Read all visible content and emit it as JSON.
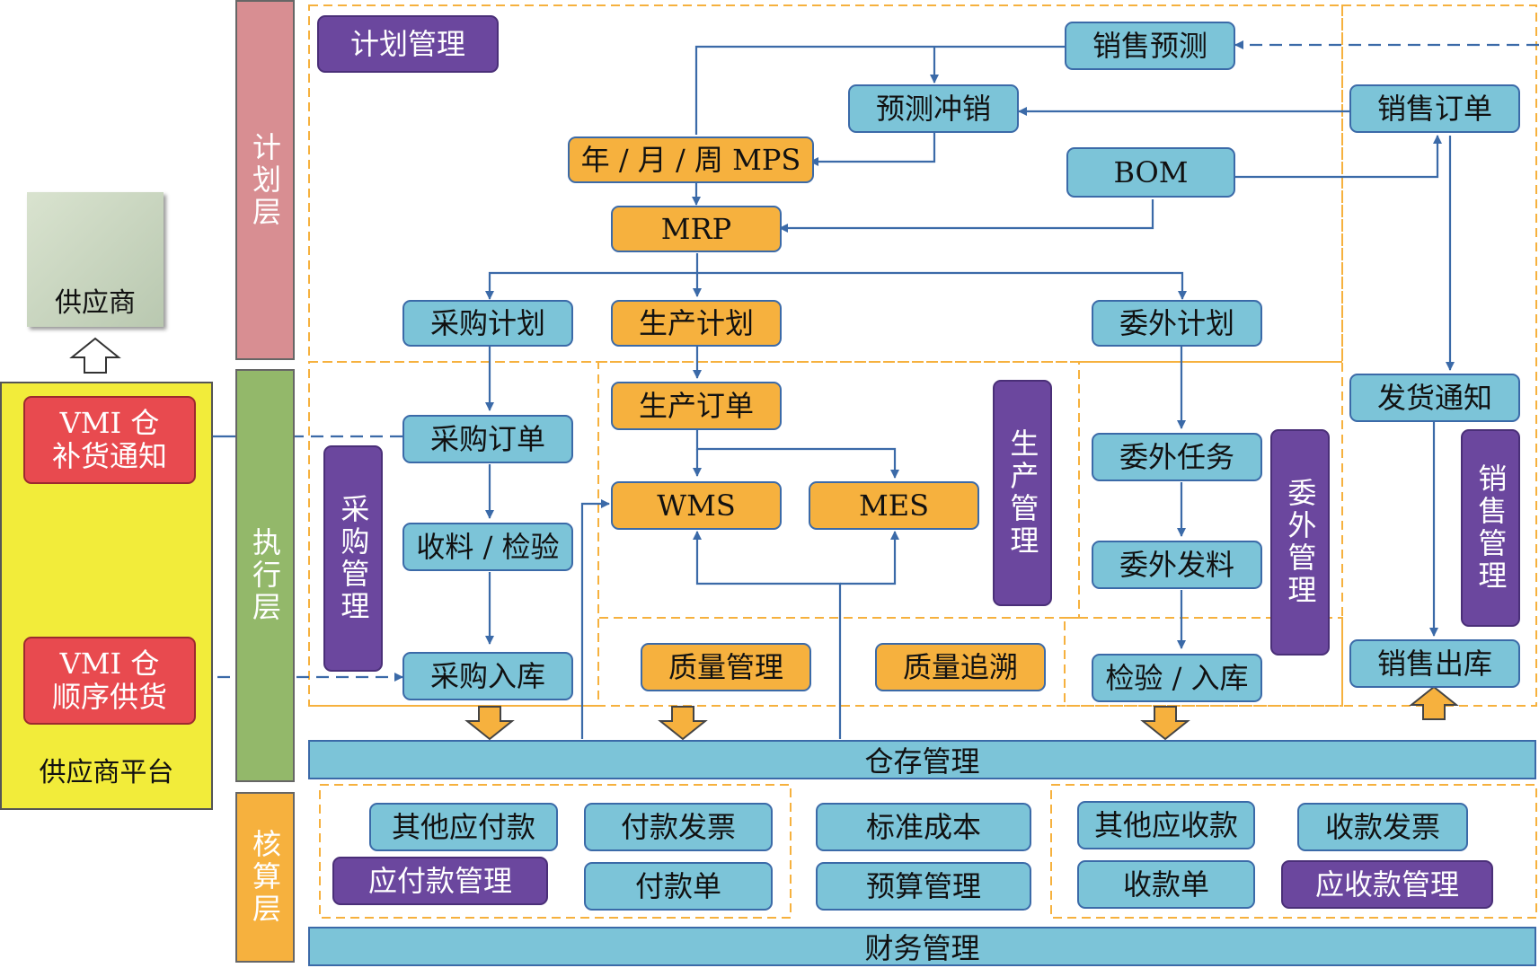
{
  "layers": {
    "plan": "计划层",
    "exec": "执行层",
    "account": "核算层"
  },
  "supplier": {
    "label": "供应商",
    "platform": "供应商平台",
    "vmi_notice": "VMI 仓\n补货通知",
    "vmi_supply": "VMI 仓\n顺序供货"
  },
  "plan": {
    "title": "计划管理",
    "sales_forecast": "销售预测",
    "forecast_offset": "预测冲销",
    "sales_order": "销售订单",
    "mps": "年 / 月 / 周 MPS",
    "bom": "BOM",
    "mrp": "MRP",
    "purchase_plan": "采购计划",
    "production_plan": "生产计划",
    "outsource_plan": "委外计划"
  },
  "exec": {
    "purchase_order": "采购订单",
    "receive_inspect": "收料 / 检验",
    "purchase_in": "采购入库",
    "purchase_mgmt": "采购管理",
    "production_order": "生产订单",
    "wms": "WMS",
    "mes": "MES",
    "production_mgmt": "生产管理",
    "quality_mgmt": "质量管理",
    "quality_trace": "质量追溯",
    "outsource_task": "委外任务",
    "outsource_material": "委外发料",
    "inspect_in": "检验 / 入库",
    "outsource_mgmt": "委外管理",
    "ship_notice": "发货通知",
    "sales_mgmt": "销售管理",
    "sales_out": "销售出库",
    "warehouse": "仓存管理"
  },
  "account": {
    "other_payable": "其他应付款",
    "pay_invoice": "付款发票",
    "payable_mgmt": "应付款管理",
    "pay_slip": "付款单",
    "std_cost": "标准成本",
    "budget": "预算管理",
    "other_receivable": "其他应收款",
    "receive_invoice": "收款发票",
    "receive_slip": "收款单",
    "receivable_mgmt": "应收款管理",
    "finance": "财务管理"
  },
  "colors": {
    "blue": "#7cc4d8",
    "orange": "#f6b13e",
    "purple": "#6b479e",
    "red": "#e84a4f",
    "yellow": "#f2ec3a",
    "plan_layer": "#d88e92",
    "exec_layer": "#93b86a",
    "account_layer": "#f6b13e"
  }
}
